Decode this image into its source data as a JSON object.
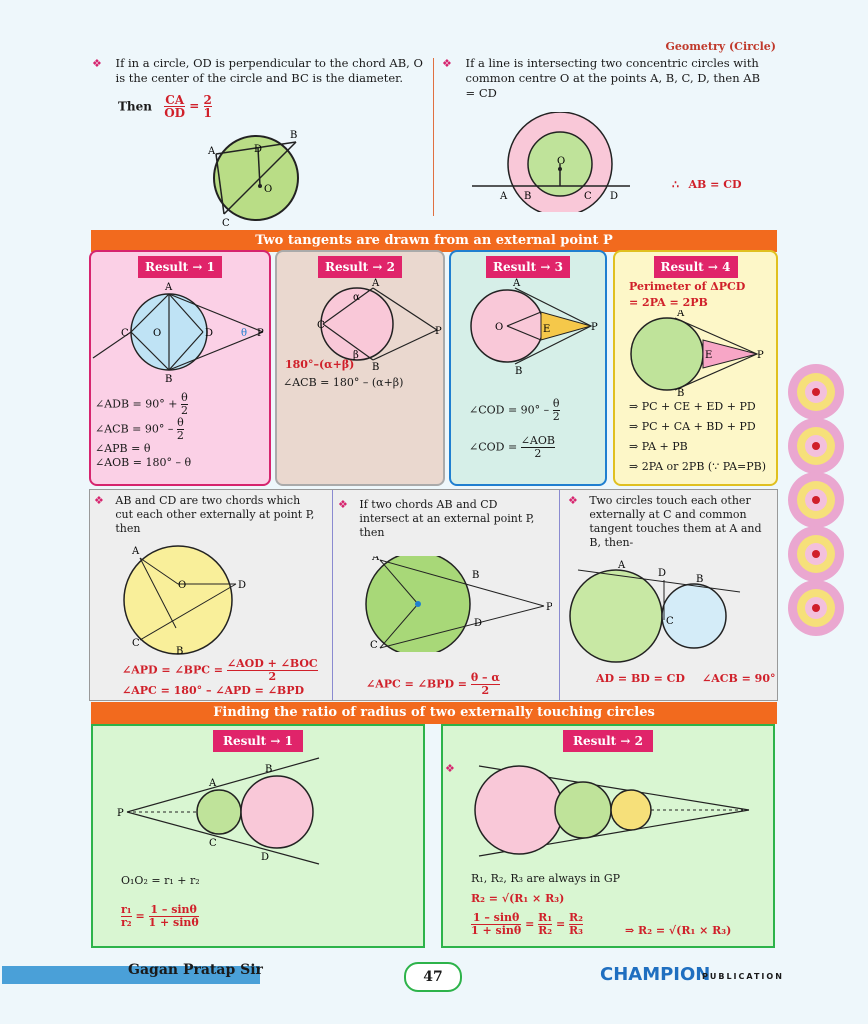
{
  "header": {
    "title": "Geometry (Circle)"
  },
  "top": {
    "left_text": "If in a circle, OD is perpendicular to the chord AB, O is the center of the circle and BC is the diameter.",
    "left_then": "Then",
    "left_formula_num": "CA",
    "left_formula_den": "OD",
    "left_formula_eq": "=",
    "left_formula_rnum": "2",
    "left_formula_rden": "1",
    "right_text": "If a line is intersecting two concentric circles with common centre O at the points A, B, C, D, then AB = CD",
    "right_result_prefix": "∴",
    "right_result": "AB = CD"
  },
  "banner1": "Two tangents are drawn from an external point P",
  "results": {
    "r1": {
      "tag": "Result → 1",
      "l1a": "∠ADB = 90° +",
      "l1n": "θ",
      "l1d": "2",
      "l2a": "∠ACB = 90° –",
      "l2n": "θ",
      "l2d": "2",
      "l3": "∠APB = θ",
      "l4": "∠AOB = 180° – θ"
    },
    "r2": {
      "tag": "Result → 2",
      "l1": "∠ACB = 180° – (α+β)",
      "angle_label": "180°–(α+β)"
    },
    "r3": {
      "tag": "Result → 3",
      "l1a": "∠COD = 90° –",
      "l1n": "θ",
      "l1d": "2",
      "l2a": "∠COD =",
      "l2n": "∠AOB",
      "l2d": "2"
    },
    "r4": {
      "tag": "Result → 4",
      "title": "Perimeter of ΔPCD",
      "eq": "= 2PA = 2PB",
      "s1": "⇒ PC + CE + ED + PD",
      "s2": "⇒ PC + CA + BD + PD",
      "s3": "⇒ PA + PB",
      "s4": "⇒ 2PA or 2PB (∵ PA=PB)"
    }
  },
  "mid": {
    "c1_text": "AB and CD are two chords which cut each other externally at point P, then",
    "c1_f1a": "∠APD = ∠BPC =",
    "c1_f1n": "∠AOD + ∠BOC",
    "c1_f1d": "2",
    "c1_f2": "∠APC = 180° – ∠APD = ∠BPD",
    "c2_text": "If two chords AB and CD intersect at an external point P, then",
    "c2_fa": "∠APC = ∠BPD =",
    "c2_fn": "θ – α",
    "c2_fd": "2",
    "c3_text": "Two circles touch each other externally at C and common tangent touches them at A and B, then-",
    "c3_f1": "AD = BD = CD",
    "c3_f2": "∠ACB = 90°"
  },
  "banner2": "Finding the ratio of radius of two externally touching circles",
  "bottom": {
    "b1": {
      "tag": "Result → 1",
      "eq1": "O₁O₂ = r₁ + r₂",
      "rn": "r₁",
      "rd": "r₂",
      "fn": "1 – sinθ",
      "fd": "1 + sinθ"
    },
    "b2": {
      "tag": "Result → 2",
      "line1": "R₁, R₂, R₃ are always in GP",
      "line2": "R₂ = √(R₁ × R₃)",
      "fn": "1 – sinθ",
      "fd": "1 + sinθ",
      "r1n": "R₁",
      "r1d": "R₂",
      "r2n": "R₂",
      "r2d": "R₃",
      "result": "⇒ R₂ = √(R₁ × R₃)"
    }
  },
  "footer": {
    "author": "Gagan Pratap Sir",
    "page": "47",
    "brand": "CHAMPION",
    "publication": "PUBLICATION"
  },
  "colors": {
    "banner": "#f26a1e",
    "tag": "#e0246a",
    "red": "#d0202a",
    "blue": "#1f7fd0"
  }
}
